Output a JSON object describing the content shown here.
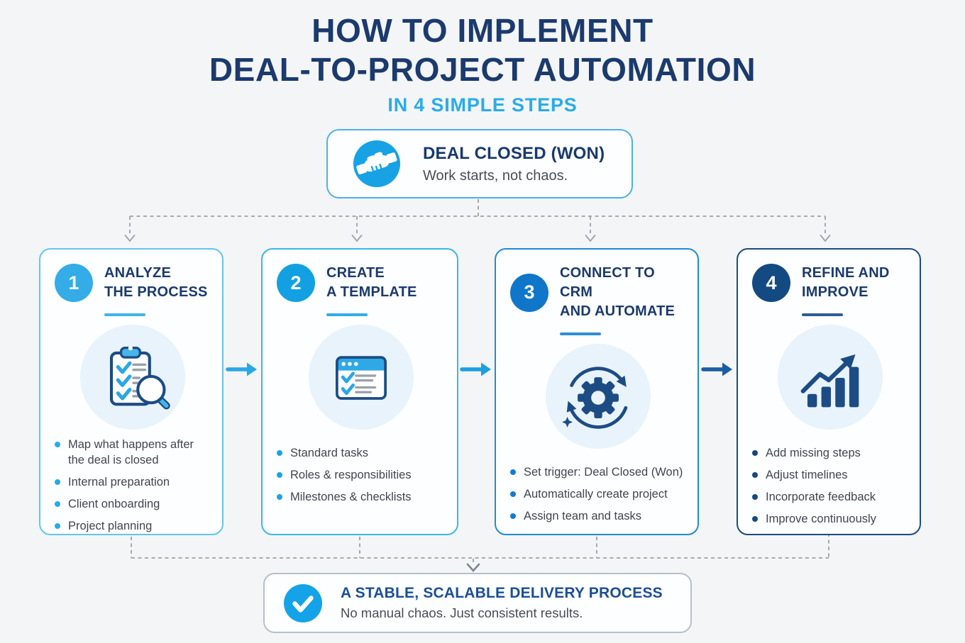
{
  "title": {
    "line1": "HOW TO IMPLEMENT",
    "line2": "DEAL-TO-PROJECT AUTOMATION",
    "subtitle": "IN 4 SIMPLE STEPS"
  },
  "start_box": {
    "icon": "handshake-icon",
    "title": "DEAL CLOSED (WON)",
    "subtitle": "Work starts, not chaos."
  },
  "steps": [
    {
      "number": "1",
      "title_line1": "ANALYZE",
      "title_line2": "THE PROCESS",
      "icon": "clipboard-magnifier-icon",
      "bullets": [
        "Map what happens after the deal is closed",
        "Internal preparation",
        "Client onboarding",
        "Project planning"
      ]
    },
    {
      "number": "2",
      "title_line1": "CREATE",
      "title_line2": "A TEMPLATE",
      "icon": "template-window-icon",
      "bullets": [
        "Standard tasks",
        "Roles & responsibilities",
        "Milestones & checklists"
      ]
    },
    {
      "number": "3",
      "title_line1": "CONNECT TO CRM",
      "title_line2": "AND AUTOMATE",
      "icon": "gear-sync-icon",
      "bullets": [
        "Set trigger: Deal Closed (Won)",
        "Automatically create project",
        "Assign team and tasks"
      ]
    },
    {
      "number": "4",
      "title_line1": "REFINE AND",
      "title_line2": "IMPROVE",
      "icon": "growth-chart-icon",
      "bullets": [
        "Add missing steps",
        "Adjust timelines",
        "Incorporate feedback",
        "Improve continuously"
      ]
    }
  ],
  "end_box": {
    "icon": "check-icon",
    "title": "A STABLE, SCALABLE DELIVERY PROCESS",
    "subtitle": "No manual chaos. Just consistent results."
  },
  "colors": {
    "background": "#f3f5f7",
    "title_navy": "#1b3a6d",
    "subtitle_blue": "#2aabea",
    "body_text": "#3f4650",
    "connector_gray": "#9aa1ab",
    "start_box_border": "#4fb0e8",
    "end_box_border": "#b5bfcc",
    "end_title_blue": "#1a4e99",
    "icon_blue": "#16a2e5",
    "icon_navy": "#1d4c85",
    "icon_bg": "#e8f3fb",
    "steps": [
      {
        "badge": "#33ace8",
        "border": "#62c6f0",
        "divider": "#3fb4ea",
        "bullet_dot": "#2ba9e7"
      },
      {
        "badge": "#12a0e2",
        "border": "#3ab7ec",
        "divider": "#30ade7",
        "bullet_dot": "#1ba3e3"
      },
      {
        "badge": "#0f76ca",
        "border": "#1e8cd6",
        "divider": "#2f8fd3",
        "bullet_dot": "#1879cc"
      },
      {
        "badge": "#134a81",
        "border": "#1d4b82",
        "divider": "#2d5d95",
        "bullet_dot": "#15497f"
      }
    ],
    "arrows": [
      "#29a8e4",
      "#1b9fe0",
      "#1b5ca6"
    ]
  }
}
